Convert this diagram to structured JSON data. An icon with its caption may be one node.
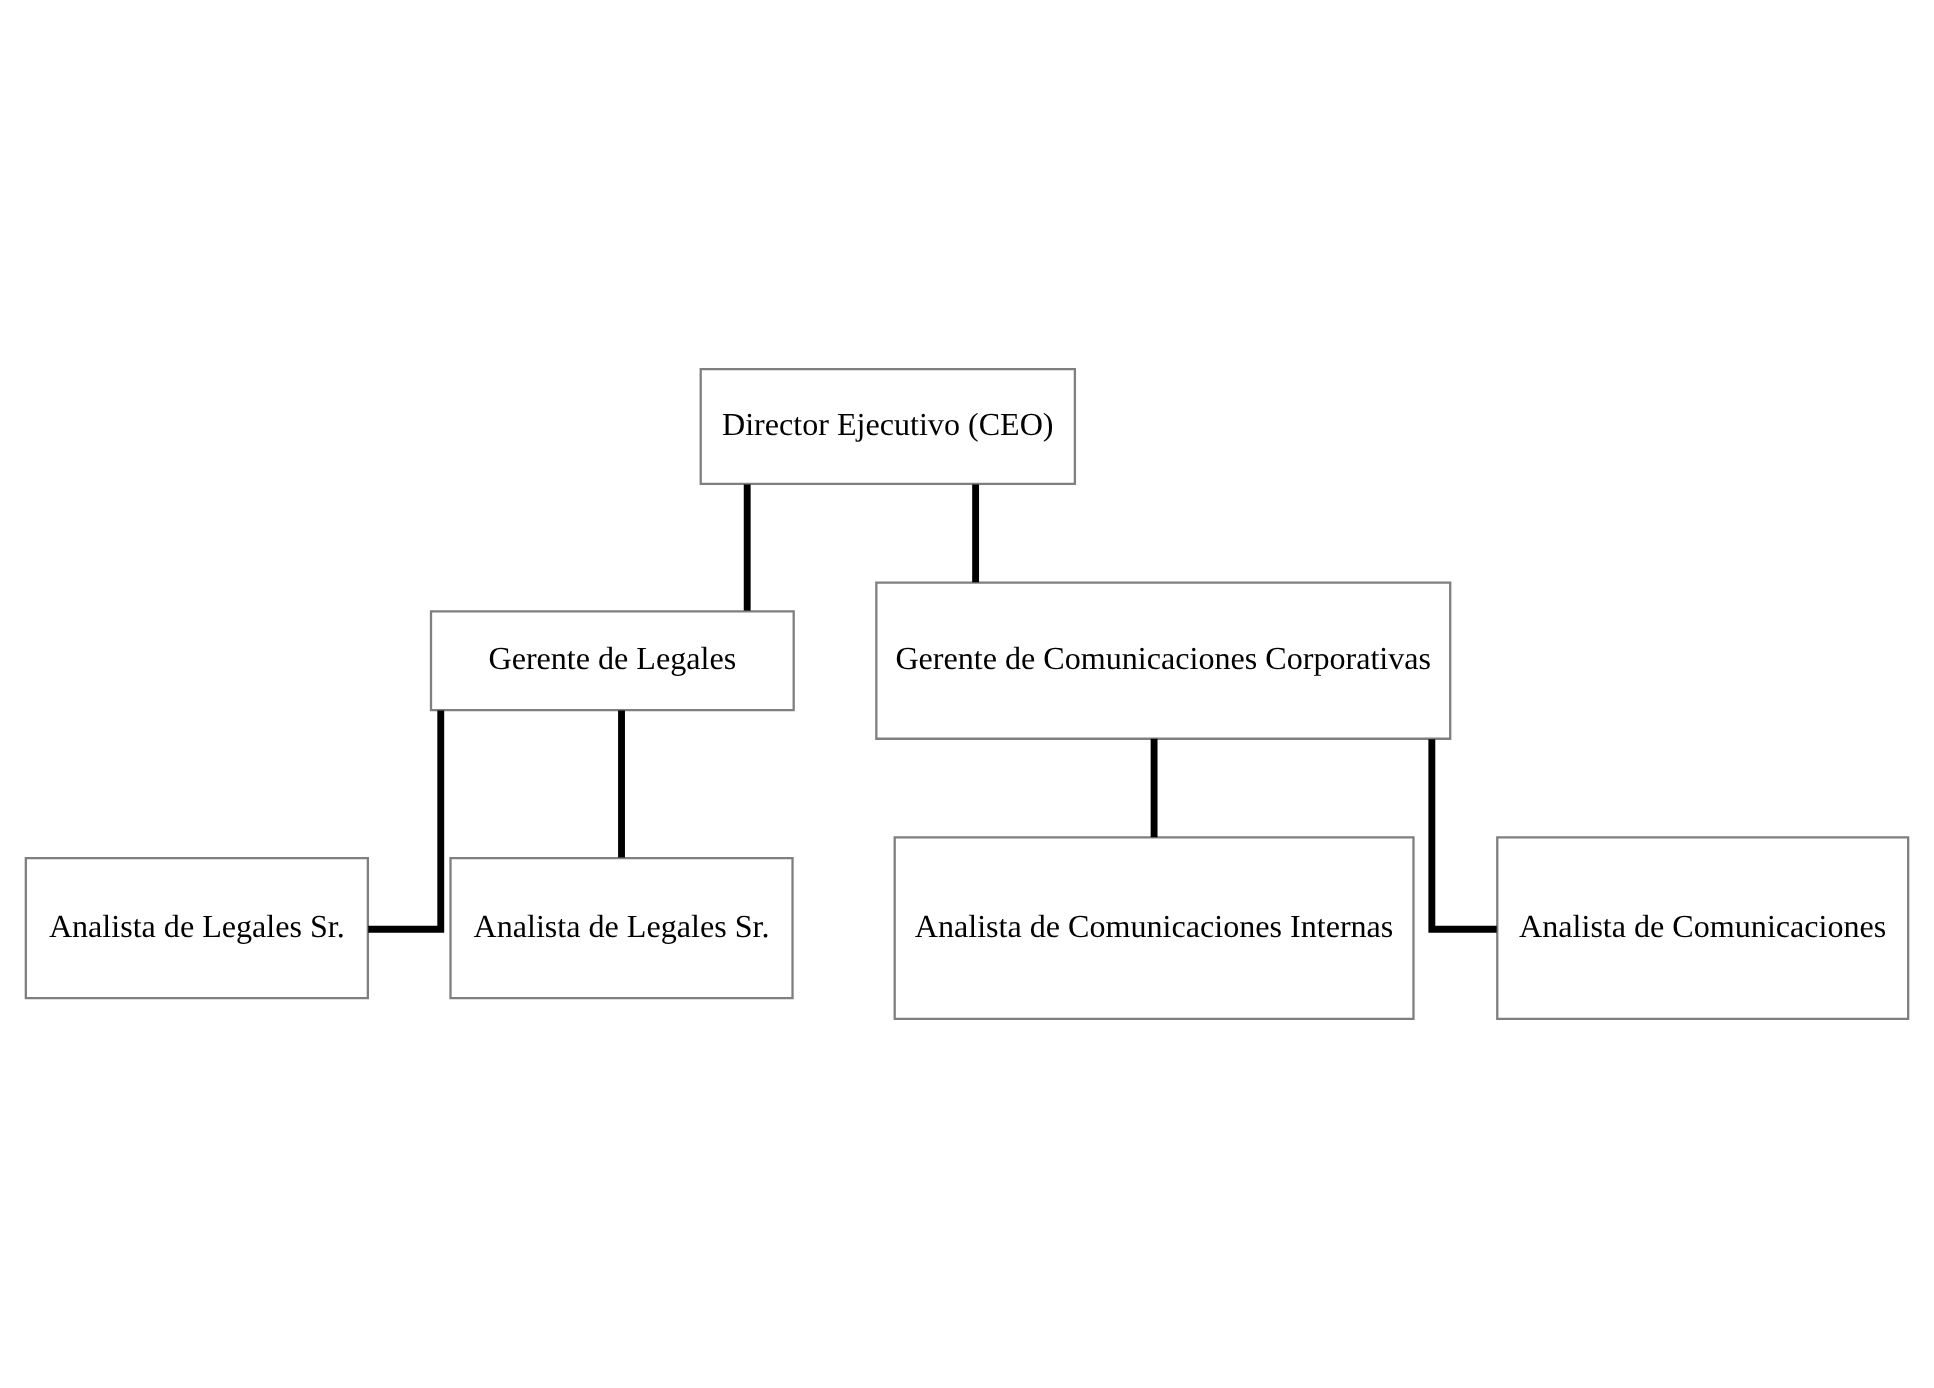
{
  "diagram": {
    "nodes": [
      {
        "text": [
          "Director Ejecutivo (CEO)"
        ]
      },
      {
        "text": [
          "Gerente de Legales"
        ]
      },
      {
        "text": [
          "Gerente de Comunicaciones Corporativas"
        ]
      },
      {
        "text": [
          "Analista de Legales Sr."
        ]
      },
      {
        "text": [
          "Analista de Legales Sr."
        ]
      },
      {
        "text": [
          "Analista de Comunicaciones Internas"
        ]
      },
      {
        "text": [
          "Analista de Comunicaciones"
        ]
      }
    ],
    "edges": [
      {
        "from": 0,
        "to": 1,
        "arrow": "none"
      },
      {
        "from": 0,
        "to": 2,
        "arrow": "none"
      },
      {
        "from": 1,
        "to": 3,
        "arrow": "none"
      },
      {
        "from": 1,
        "to": 4,
        "arrow": "none"
      },
      {
        "from": 2,
        "to": 5,
        "arrow": "none"
      },
      {
        "from": 2,
        "to": 6,
        "arrow": "none"
      }
    ]
  }
}
